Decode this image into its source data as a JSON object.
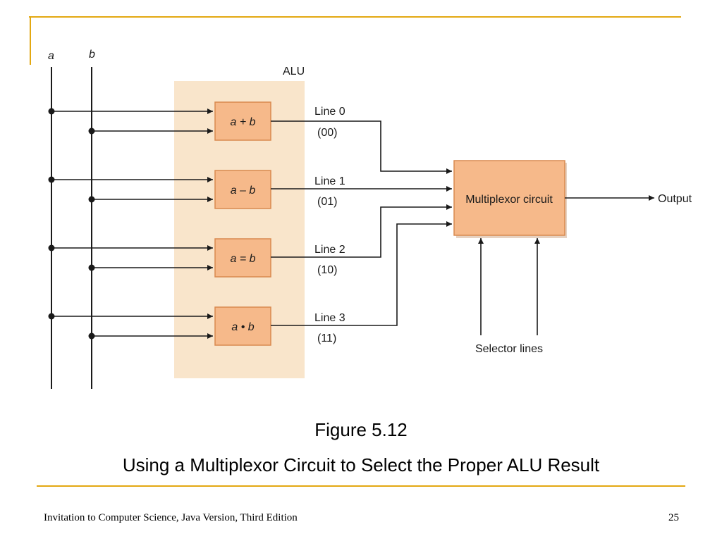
{
  "diagram": {
    "inputs": {
      "a": "a",
      "b": "b"
    },
    "alu_label": "ALU",
    "operations": [
      {
        "label": "a + b",
        "line": "Line 0",
        "code": "(00)"
      },
      {
        "label": "a – b",
        "line": "Line 1",
        "code": "(01)"
      },
      {
        "label": "a = b",
        "line": "Line 2",
        "code": "(10)"
      },
      {
        "label": "a • b",
        "line": "Line 3",
        "code": "(11)"
      }
    ],
    "mux_label": "Multiplexor circuit",
    "output_label": "Output",
    "selector_label": "Selector lines"
  },
  "caption": {
    "number": "Figure 5.12",
    "title": "Using a Multiplexor Circuit to Select the Proper ALU Result"
  },
  "footer": {
    "book": "Invitation to Computer Science, Java Version, Third Edition",
    "page": "25"
  },
  "colors": {
    "accent_gold": "#E3A812",
    "alu_region": "#F9E5CB",
    "op_box": "#F6B98A",
    "op_border": "#D98A50"
  }
}
